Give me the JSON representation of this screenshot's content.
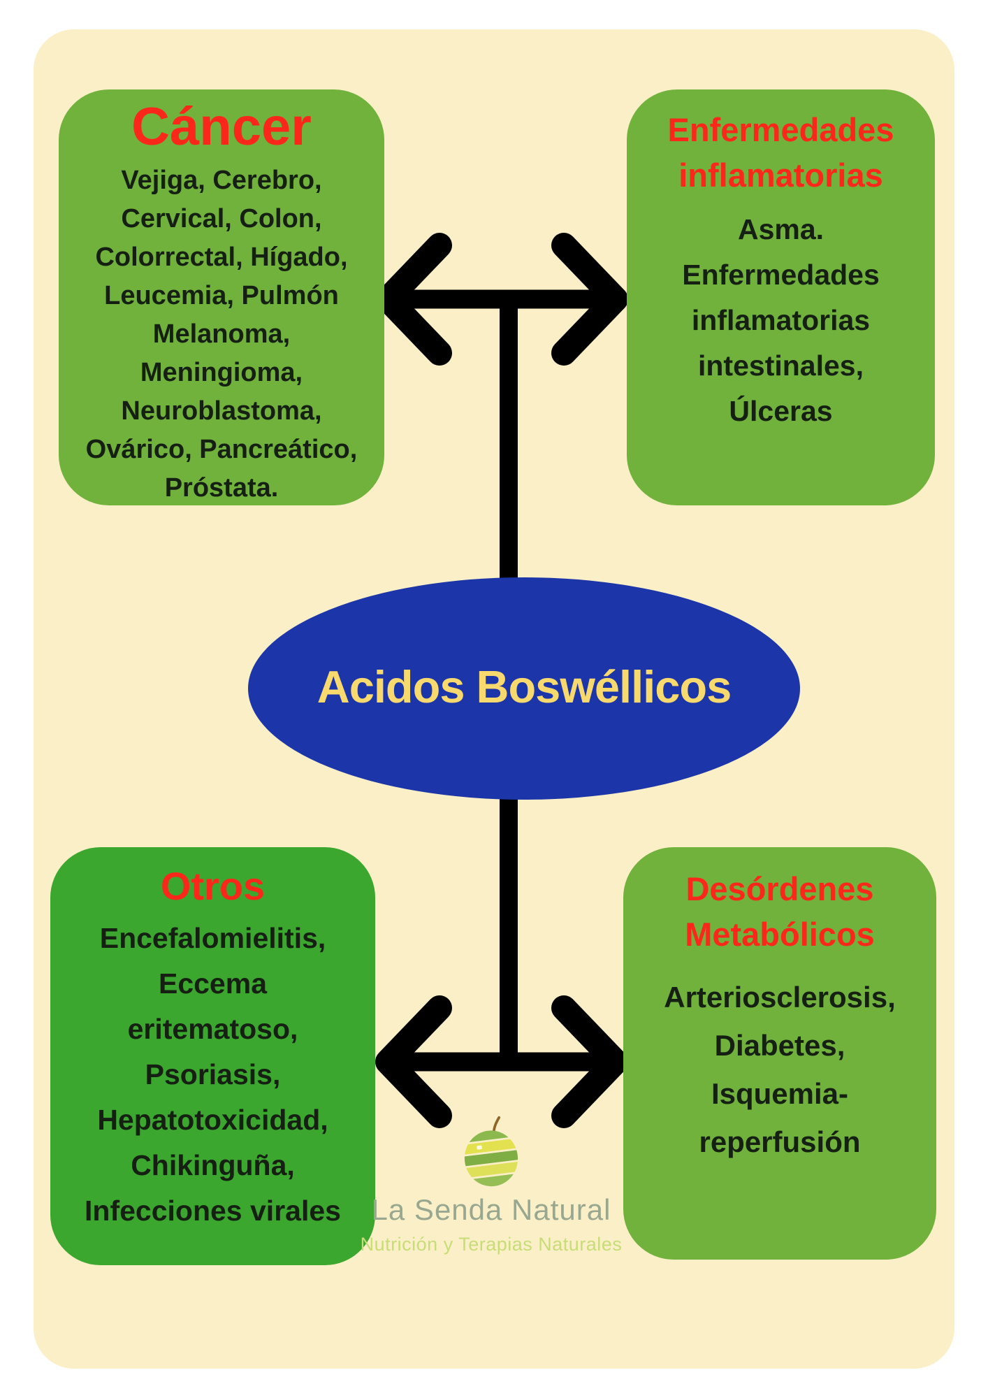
{
  "poster": {
    "background_color": "#ffffff",
    "panel_color": "#faefc7",
    "title_color": "#fb271a",
    "body_text_color": "#152013",
    "box_green": "#71b23d",
    "box_green_dark": "#3ba72f",
    "ellipse_blue": "#1c35a8",
    "ellipse_text_yellow": "#f8d96e",
    "arrow_color": "#000000"
  },
  "boxes": {
    "cancer": {
      "title": "Cáncer",
      "body": "Vejiga, Cerebro,\nCervical, Colon,\nColorrectal, Hígado,\nLeucemia, Pulmón\nMelanoma,\nMeningioma,\nNeuroblastoma,\nOvárico, Pancreático,\nPróstata."
    },
    "inflammatory": {
      "title": "Enfermedades\ninflamatorias",
      "body": "Asma.\nEnfermedades\ninflamatorias\nintestinales,\nÚlceras"
    },
    "others": {
      "title": "Otros",
      "body": "Encefalomielitis,\nEccema\neritematoso,\nPsoriasis,\nHepatotoxicidad,\nChikinguña,\nInfecciones virales"
    },
    "metabolic": {
      "title": "Desórdenes\nMetabólicos",
      "body": "Arteriosclerosis,\nDiabetes,\nIsquemia-\nreperfusión"
    }
  },
  "center": {
    "label": "Acidos Boswéllicos"
  },
  "icons": {
    "top_connector": "double-headed-arrow",
    "bottom_connector": "double-headed-arrow",
    "logo_icon": "spiral-peeled-apple"
  },
  "logo": {
    "name": "La Senda Natural",
    "tagline": "Nutrición y Terapias Naturales"
  }
}
